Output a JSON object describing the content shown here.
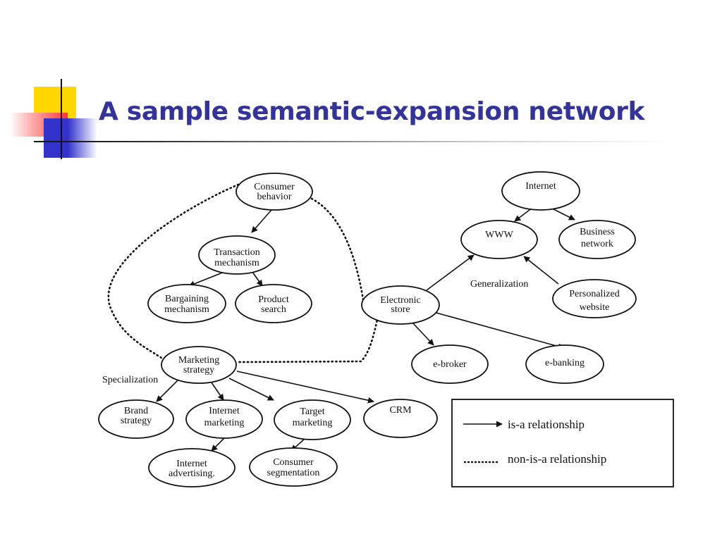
{
  "title": "A sample semantic-expansion network",
  "colors": {
    "title": "#333399",
    "accent_yellow": "#ffd700",
    "accent_red": "#ff4d4d",
    "accent_blue": "#3333cc"
  },
  "nodes": {
    "consumer_behavior": [
      "Consumer",
      "behavior"
    ],
    "transaction_mechanism": [
      "Transaction",
      "mechanism"
    ],
    "bargaining_mechanism": [
      "Bargaining",
      "mechanism"
    ],
    "product_search": [
      "Product",
      "search"
    ],
    "marketing_strategy": [
      "Marketing",
      "strategy"
    ],
    "brand_strategy": [
      "Brand",
      "strategy"
    ],
    "internet_marketing": [
      "Internet",
      "marketing"
    ],
    "target_marketing": [
      "Target",
      "marketing"
    ],
    "crm": [
      "CRM"
    ],
    "internet_advertising": [
      "Internet",
      "advertising."
    ],
    "consumer_segmentation": [
      "Consumer",
      "segmentation"
    ],
    "internet": [
      "Internet"
    ],
    "www": [
      "WWW"
    ],
    "business_network": [
      "Business",
      "network"
    ],
    "electronic_store": [
      "Electronic",
      "store"
    ],
    "personalized_website": [
      "Personalized",
      "website"
    ],
    "e_broker": [
      "e-broker"
    ],
    "e_banking": [
      "e-banking"
    ]
  },
  "labels": {
    "generalization": "Generalization",
    "specialization": "Specialization"
  },
  "legend": {
    "is_a": "is-a relationship",
    "non_is_a": "non-is-a relationship"
  }
}
